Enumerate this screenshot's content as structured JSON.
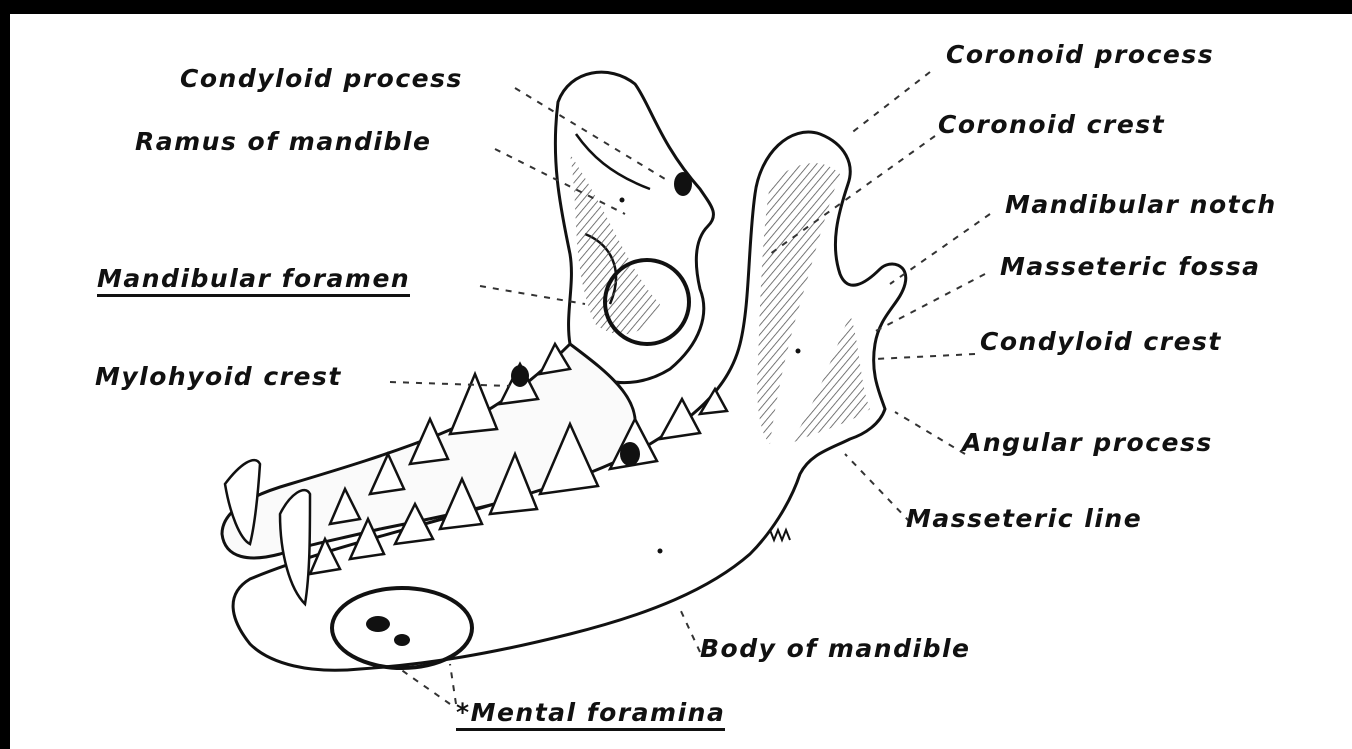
{
  "figure": {
    "labels": {
      "condyloid_process_left": "Condyloid process",
      "ramus_of_mandible": "Ramus of mandible",
      "mandibular_foramen": "Mandibular foramen",
      "mylohyoid_crest": "Mylohyoid crest",
      "coronoid_process": "Coronoid process",
      "coronoid_crest": "Coronoid crest",
      "mandibular_notch": "Mandibular notch",
      "masseteric_fossa": "Masseteric fossa",
      "condyloid_crest": "Condyloid crest",
      "angular_process": "Angular process",
      "masseteric_line": "Masseteric line",
      "body_of_mandible": "Body of mandible",
      "mental_foramina": "*Mental foramina"
    },
    "colors": {
      "ink": "#111111",
      "paper": "#ffffff",
      "frame": "#000000"
    }
  }
}
